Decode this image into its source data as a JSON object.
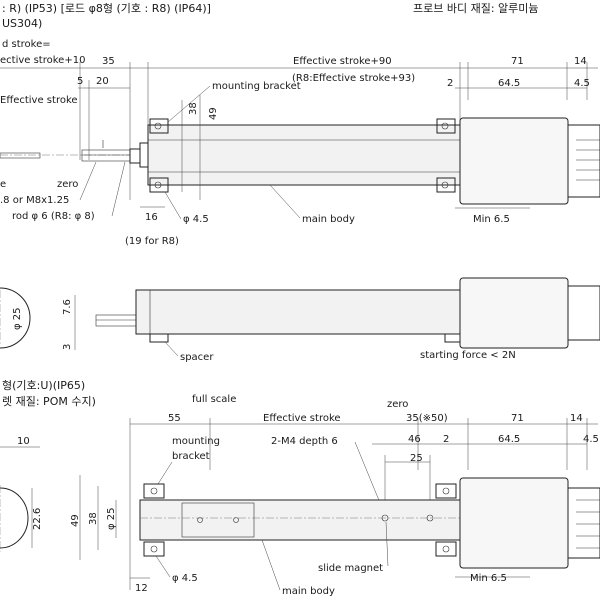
{
  "header": {
    "left_line1": ": R) (IP53) [로드 φ8형 (기호 : R8) (IP64)]",
    "left_line2": "US304)",
    "right_line1": "프로브 바디 재질: 알루미늄"
  },
  "top_view": {
    "partial_stroke": "d stroke=",
    "partial_eff10": "ective stroke+10",
    "partial_eff": "Effective stroke",
    "dim_35": "35",
    "dim_5": "5",
    "dim_20": "20",
    "eff_plus_90": "Effective stroke+90",
    "r8_eff_plus_93": "(R8:Effective stroke+93)",
    "dim_2": "2",
    "dim_71": "71",
    "dim_14": "14",
    "dim_64_5": "64.5",
    "dim_4_5": "4.5",
    "mounting_bracket": "mounting bracket",
    "dim_38": "38",
    "dim_49": "49",
    "zero": "zero",
    "thread": ".8 or M8x1.25",
    "thread_e": "e",
    "rod": "rod φ 6 (R8: φ 8)",
    "dim_16": "16",
    "phi_4_5": "φ 4.5",
    "main_body": "main body",
    "min_6_5": "Min 6.5",
    "for_r8": "(19 for R8)"
  },
  "side_view": {
    "phi_25": "φ 25",
    "dim_7_6": "7.6",
    "dim_3": "3",
    "spacer": "spacer",
    "starting_force": "starting force < 2N"
  },
  "bottom_view": {
    "title1": "형(기호:U)(IP65)",
    "title2": "렛 재질: POM 수지)",
    "full_scale": "full scale",
    "zero": "zero",
    "dim_10": "10",
    "dim_55": "55",
    "effective_stroke": "Effective stroke",
    "dim_35_50": "35(※50)",
    "dim_71": "71",
    "dim_14": "14",
    "dim_4_5": "4.5",
    "mounting_bracket_1": "mounting",
    "mounting_bracket_2": "bracket",
    "m4_depth": "2-M4 depth 6",
    "dim_46": "46",
    "dim_2": "2",
    "dim_64_5": "64.5",
    "dim_25": "25",
    "dim_49": "49",
    "dim_38": "38",
    "phi_25": "φ 25",
    "dim_22_6": "22.6",
    "slide_magnet": "slide magnet",
    "dim_12": "12",
    "phi_4_5": "φ 4.5",
    "min_6_5": "Min 6.5",
    "main_body": "main body"
  }
}
